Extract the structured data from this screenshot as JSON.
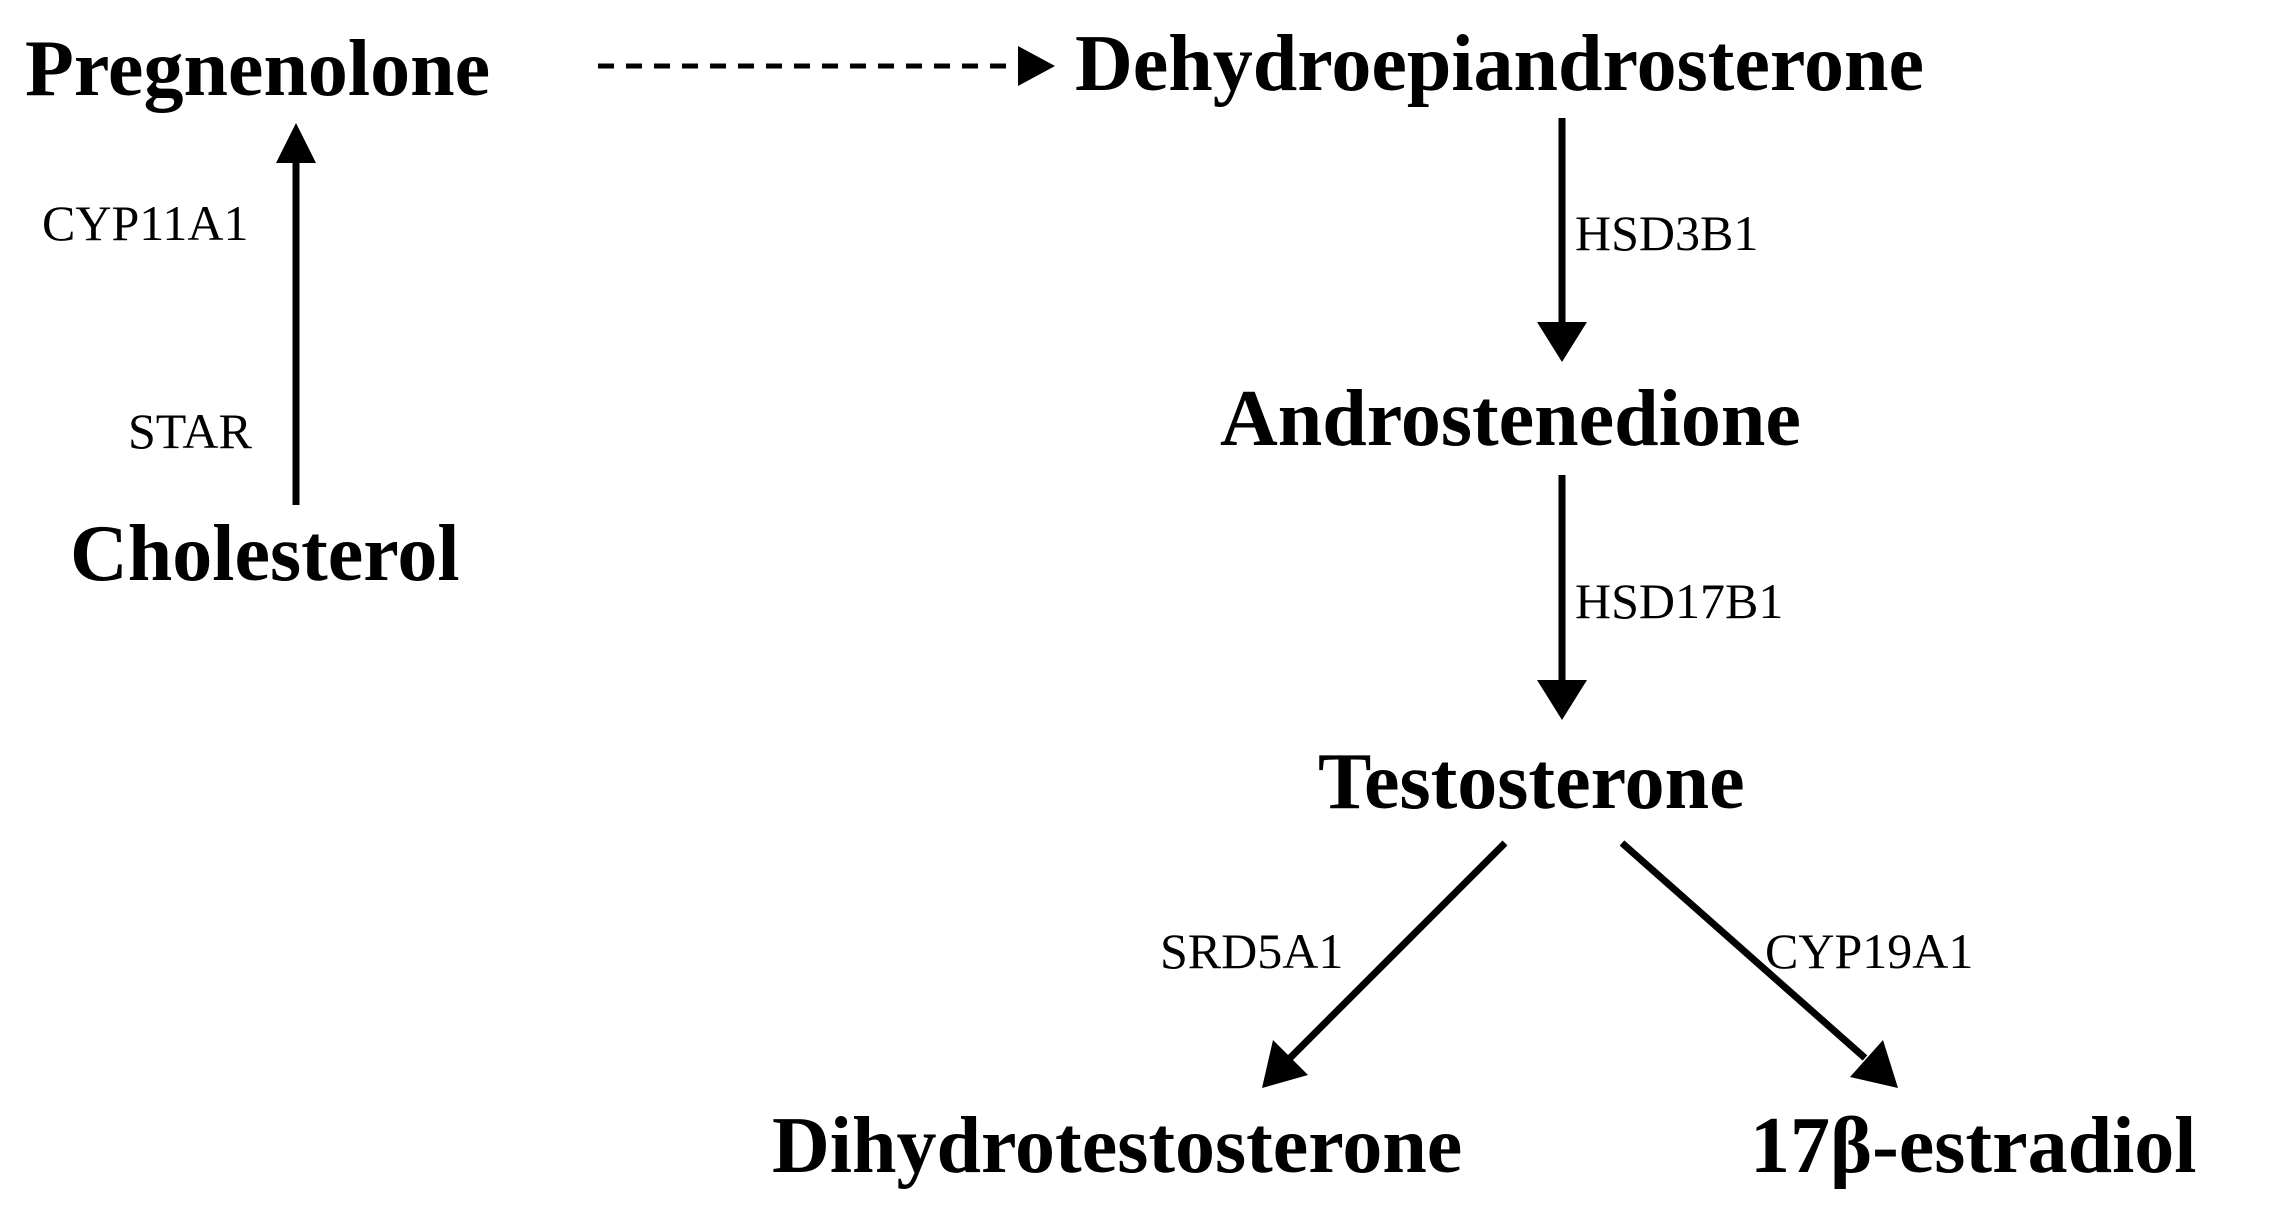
{
  "compounds": {
    "pregnenolone": "Pregnenolone",
    "dhea": "Dehydroepiandrosterone",
    "cholesterol": "Cholesterol",
    "androstenedione": "Androstenedione",
    "testosterone": "Testosterone",
    "dht": "Dihydrotestosterone",
    "estradiol": "17β-estradiol"
  },
  "enzymes": {
    "cyp11a1": "CYP11A1",
    "star": "STAR",
    "hsd3b1": "HSD3B1",
    "hsd17b1": "HSD17B1",
    "srd5a1": "SRD5A1",
    "cyp19a1": "CYP19A1"
  },
  "colors": {
    "ink": "#000000",
    "background": "#ffffff"
  }
}
